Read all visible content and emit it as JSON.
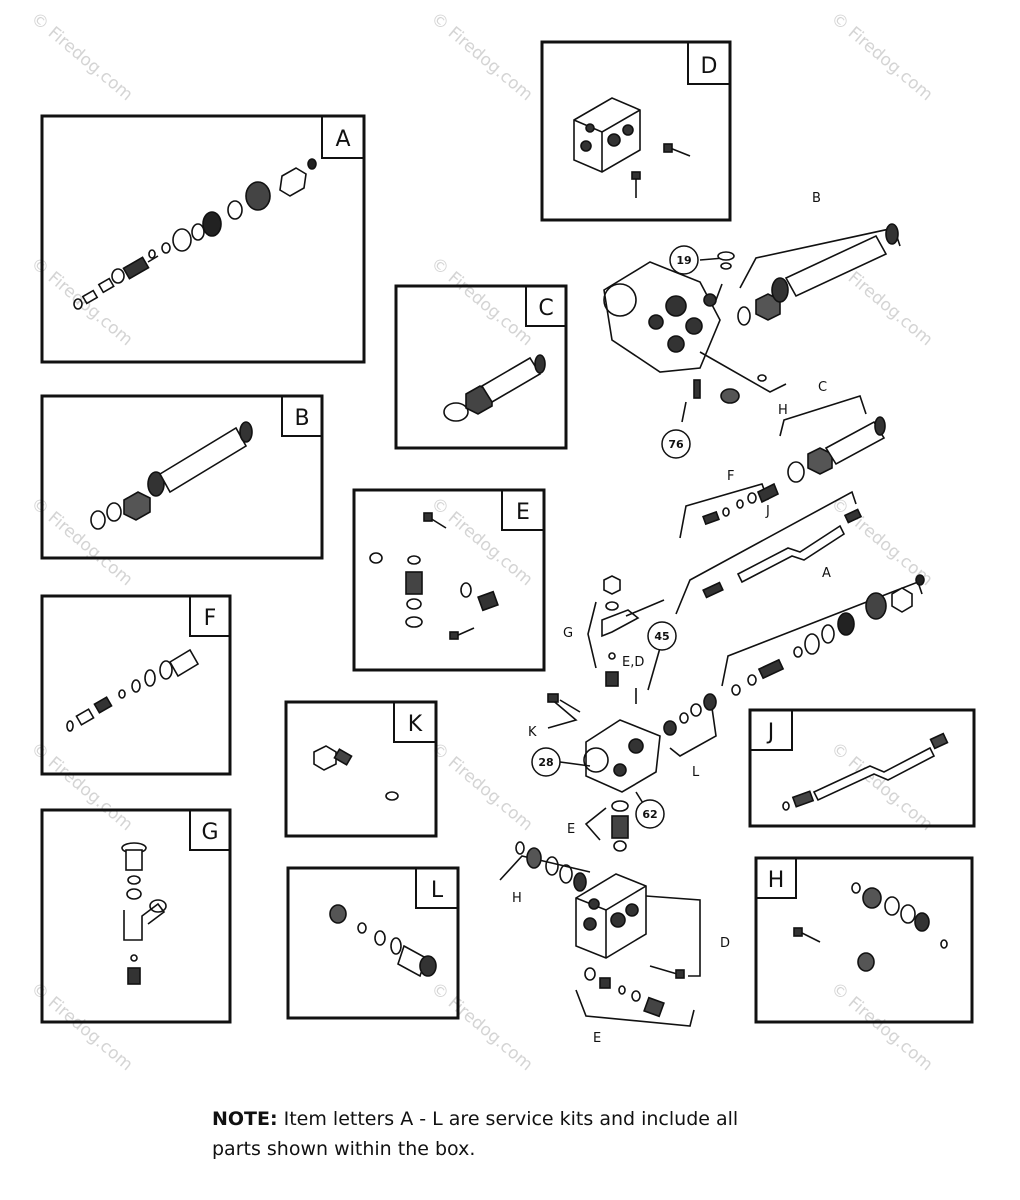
{
  "watermark": "© Firedog.com",
  "kits": [
    {
      "id": "A",
      "letter": "A"
    },
    {
      "id": "B",
      "letter": "B"
    },
    {
      "id": "C",
      "letter": "C"
    },
    {
      "id": "D",
      "letter": "D"
    },
    {
      "id": "E",
      "letter": "E"
    },
    {
      "id": "F",
      "letter": "F"
    },
    {
      "id": "G",
      "letter": "G"
    },
    {
      "id": "H",
      "letter": "H"
    },
    {
      "id": "J",
      "letter": "J"
    },
    {
      "id": "K",
      "letter": "K"
    },
    {
      "id": "L",
      "letter": "L"
    }
  ],
  "callouts": {
    "n19": "19",
    "n76": "76",
    "n45": "45",
    "n28": "28",
    "n62": "62"
  },
  "exploded_labels": {
    "B": "B",
    "H": "H",
    "C": "C",
    "F": "F",
    "J": "J",
    "A": "A",
    "G": "G",
    "ED": "E,D",
    "K": "K",
    "L": "L",
    "E_mid": "E",
    "H_low": "H",
    "D_low": "D",
    "E_low": "E"
  },
  "note": {
    "bold": "NOTE:",
    "line1": " Item letters A - L are service kits and include all",
    "line2": "parts shown within the box."
  }
}
